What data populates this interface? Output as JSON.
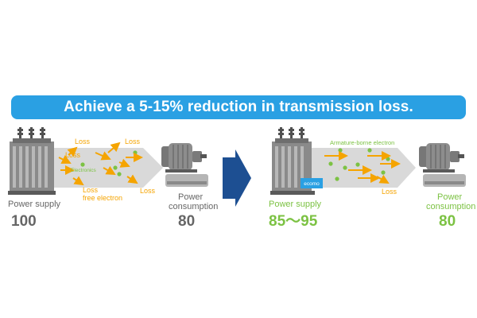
{
  "banner": {
    "text": "Achieve a 5-15% reduction in transmission loss."
  },
  "left": {
    "loss_labels": [
      "Loss",
      "Loss",
      "Loss",
      "Loss",
      "Loss"
    ],
    "electronics_label": "Electronics",
    "free_electron_label": "free electron",
    "supply_label": "Power supply",
    "supply_value": "100",
    "consumption_label": [
      "Power",
      "consumption"
    ],
    "consumption_value": "80"
  },
  "right": {
    "armature_label": "Armature-borne electron",
    "loss_label": "Loss",
    "device_label": "ecomo",
    "supply_label": "Power supply",
    "supply_value": "85～95",
    "consumption_label": [
      "Power",
      "consumption"
    ],
    "consumption_value": "80"
  },
  "colors": {
    "banner": "#2aa0e3",
    "orange": "#f5a400",
    "green": "#7cc243",
    "navy": "#1d4f92",
    "gray_text": "#666666",
    "beam": "#d9d9d9"
  }
}
